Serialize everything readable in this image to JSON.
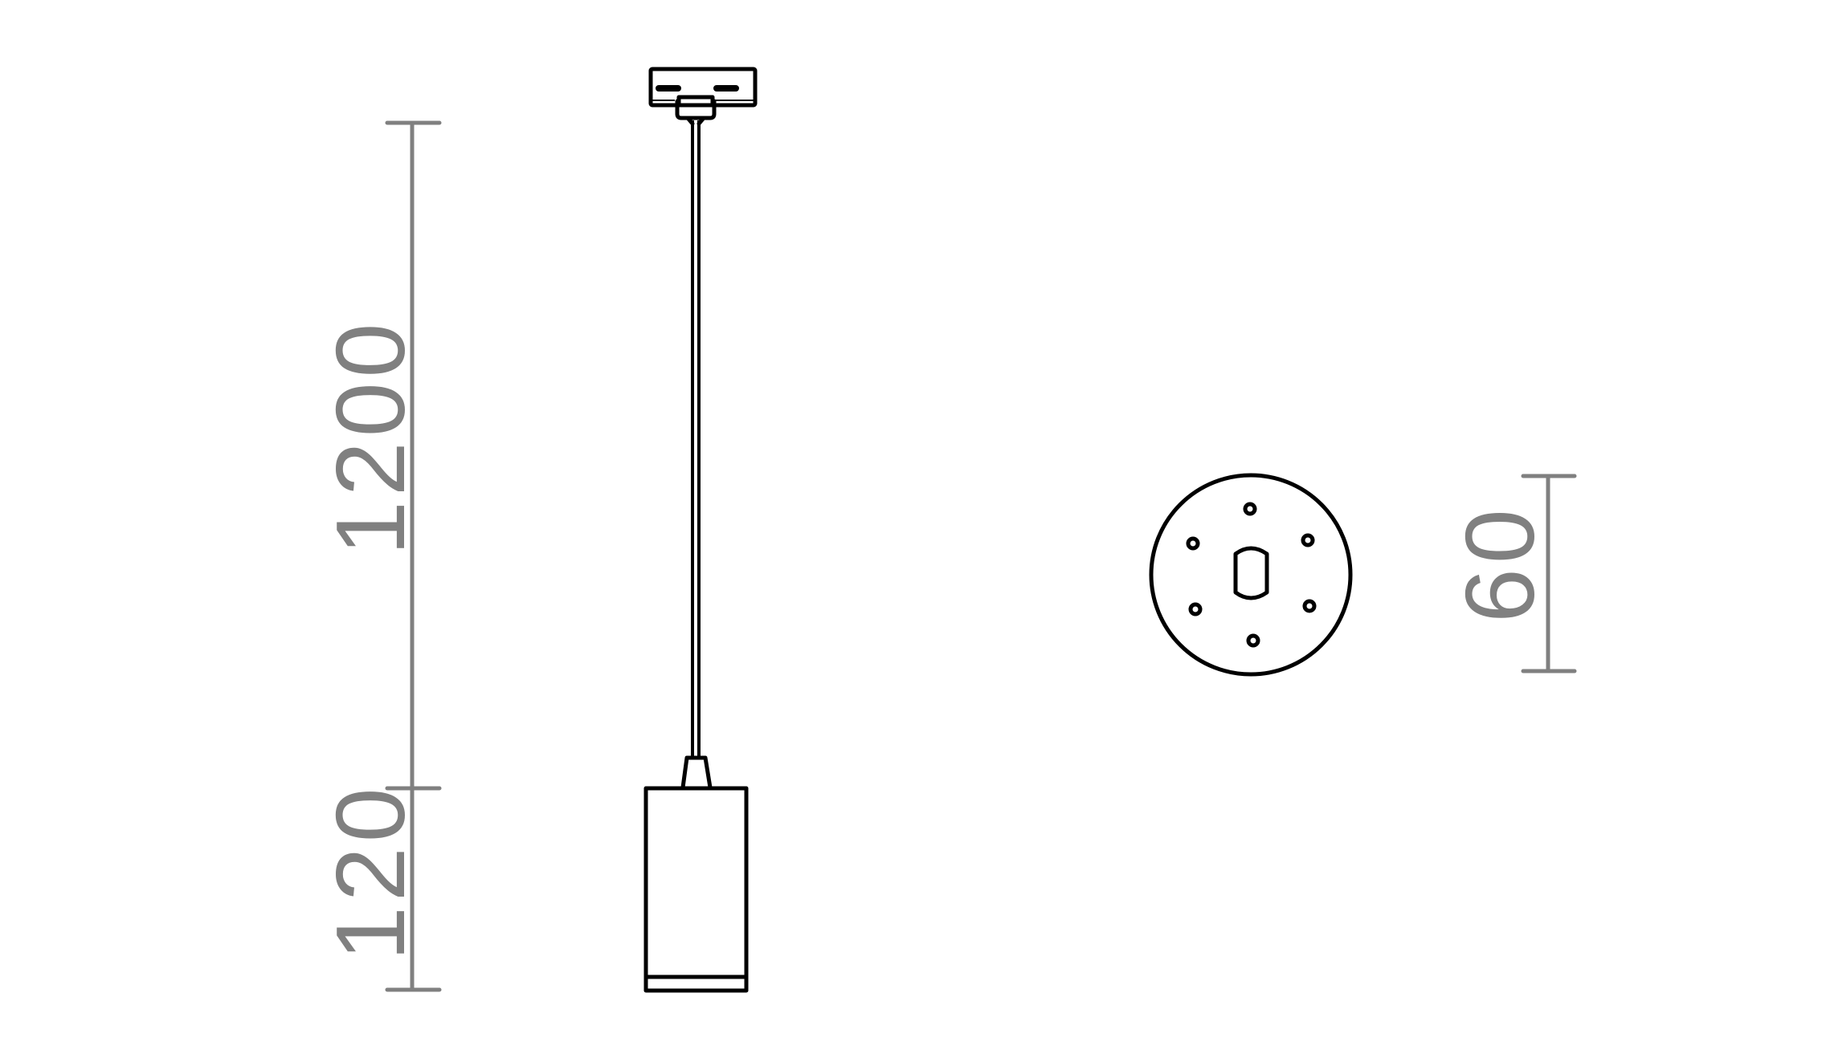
{
  "drawing": {
    "title": "Track pendant luminaire dimension drawing",
    "line_color": "#000000",
    "dimension_color": "#808080",
    "background": "#ffffff"
  },
  "dimensions": {
    "suspension_length": {
      "value": "1200",
      "unit": "mm"
    },
    "body_height": {
      "value": "120",
      "unit": "mm"
    },
    "diameter": {
      "value": "60",
      "unit": "mm"
    }
  },
  "views": [
    {
      "name": "side-view",
      "parts": [
        "track-adapter",
        "suspension-cable",
        "strain-relief",
        "cylindrical-body",
        "lens-ring"
      ]
    },
    {
      "name": "top-view",
      "parts": [
        "body-outline-circle",
        "mounting-holes",
        "cable-slot"
      ],
      "hole_count": 6
    }
  ]
}
